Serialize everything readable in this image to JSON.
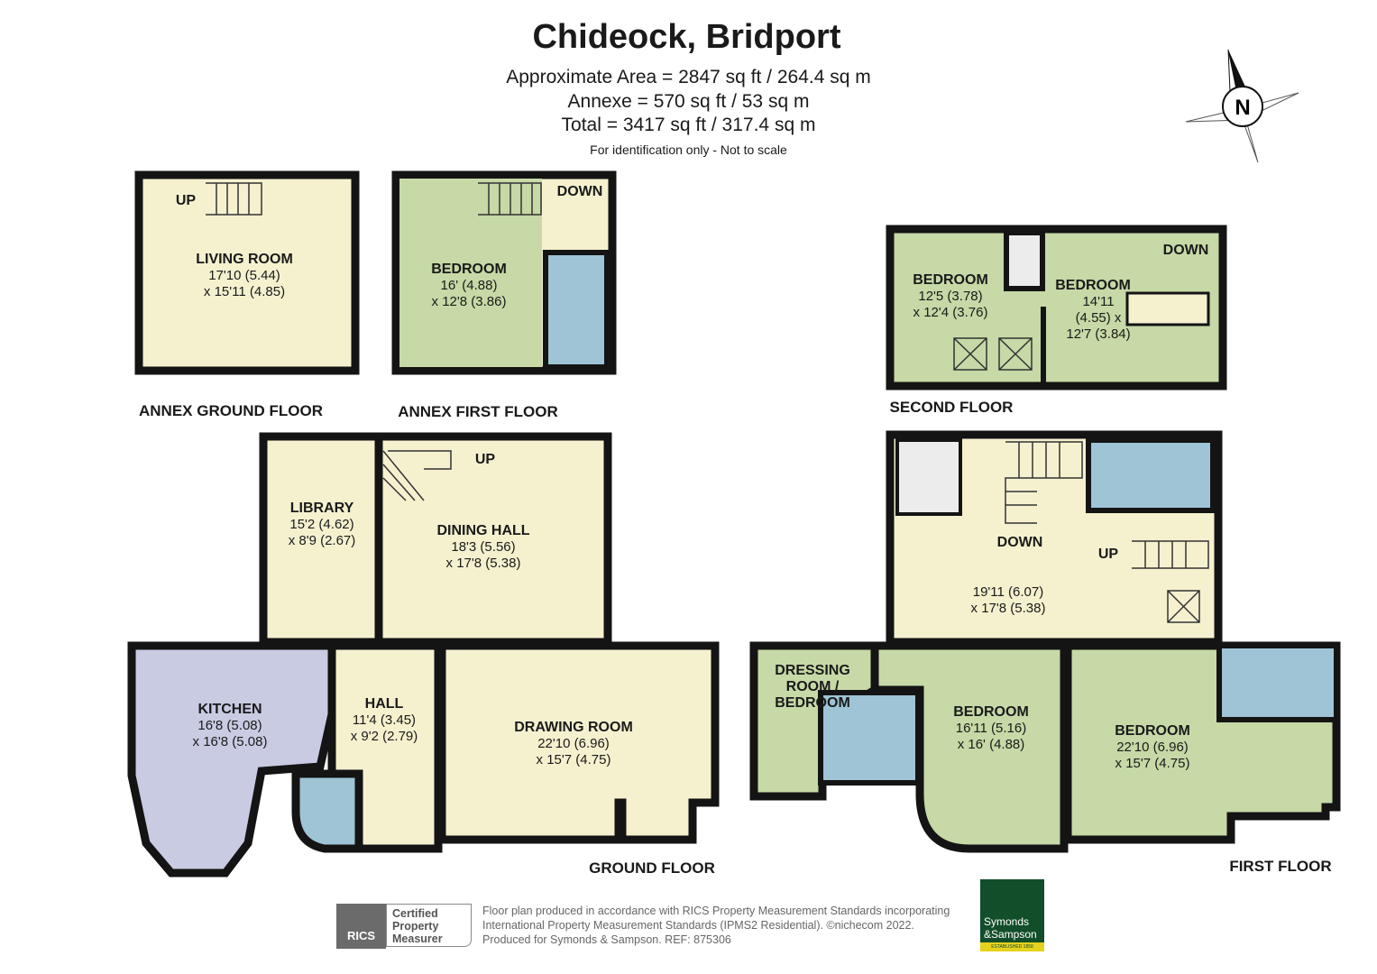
{
  "header": {
    "title": "Chideock, Bridport",
    "approx_area": "Approximate Area = 2847 sq ft / 264.4 sq m",
    "annexe": "Annexe = 570 sq ft / 53 sq m",
    "total": "Total = 3417 sq ft / 317.4 sq m",
    "note": "For identification only - Not to scale"
  },
  "compass": {
    "label": "N"
  },
  "floors": {
    "annex_ground": {
      "label": "ANNEX GROUND FLOOR",
      "up": "UP",
      "rooms": [
        {
          "name": "LIVING ROOM",
          "dim1": "17'10 (5.44)",
          "dim2": "x 15'11 (4.85)"
        }
      ]
    },
    "annex_first": {
      "label": "ANNEX FIRST FLOOR",
      "down": "DOWN",
      "rooms": [
        {
          "name": "BEDROOM",
          "dim1": "16' (4.88)",
          "dim2": "x 12'8 (3.86)"
        }
      ]
    },
    "second": {
      "label": "SECOND FLOOR",
      "down": "DOWN",
      "rooms": [
        {
          "name": "BEDROOM",
          "dim1": "12'5 (3.78)",
          "dim2": "x 12'4 (3.76)"
        },
        {
          "name": "BEDROOM",
          "dim1": "14'11",
          "dim2": "(4.55) x",
          "dim3": "12'7 (3.84)"
        }
      ]
    },
    "ground": {
      "label": "GROUND FLOOR",
      "up": "UP",
      "rooms": [
        {
          "name": "LIBRARY",
          "dim1": "15'2 (4.62)",
          "dim2": "x 8'9 (2.67)"
        },
        {
          "name": "DINING HALL",
          "dim1": "18'3 (5.56)",
          "dim2": "x 17'8 (5.38)"
        },
        {
          "name": "KITCHEN",
          "dim1": "16'8 (5.08)",
          "dim2": "x 16'8 (5.08)"
        },
        {
          "name": "HALL",
          "dim1": "11'4 (3.45)",
          "dim2": "x 9'2 (2.79)"
        },
        {
          "name": "DRAWING ROOM",
          "dim1": "22'10 (6.96)",
          "dim2": "x 15'7 (4.75)"
        }
      ]
    },
    "first": {
      "label": "FIRST FLOOR",
      "down": "DOWN",
      "up": "UP",
      "landing": {
        "dim1": "19'11 (6.07)",
        "dim2": "x 17'8 (5.38)"
      },
      "rooms": [
        {
          "name1": "DRESSING",
          "name2": "ROOM /",
          "name3": "BEDROOM"
        },
        {
          "name": "BEDROOM",
          "dim1": "16'11 (5.16)",
          "dim2": "x 16' (4.88)"
        },
        {
          "name": "BEDROOM",
          "dim1": "22'10 (6.96)",
          "dim2": "x 15'7 (4.75)"
        }
      ]
    }
  },
  "colors": {
    "living": "#f5f1cf",
    "bedroom": "#c6d9a6",
    "bathroom": "#9ec4d6",
    "kitchen": "#c9cbe3",
    "walls": "#141414",
    "brand": "#124e2a",
    "brand_accent": "#e6d21e"
  },
  "footer": {
    "line1": "Floor plan produced in accordance with RICS Property Measurement Standards incorporating",
    "line2": "International Property Measurement Standards (IPMS2 Residential).   ©nichecom 2022.",
    "line3": "Produced for Symonds & Sampson.   REF: 875306",
    "rics_logo": "RICS",
    "rics_badge": [
      "Certified",
      "Property",
      "Measurer"
    ],
    "brand_logo": [
      "Symonds",
      "&Sampson"
    ],
    "brand_est": "ESTABLISHED 1858"
  }
}
